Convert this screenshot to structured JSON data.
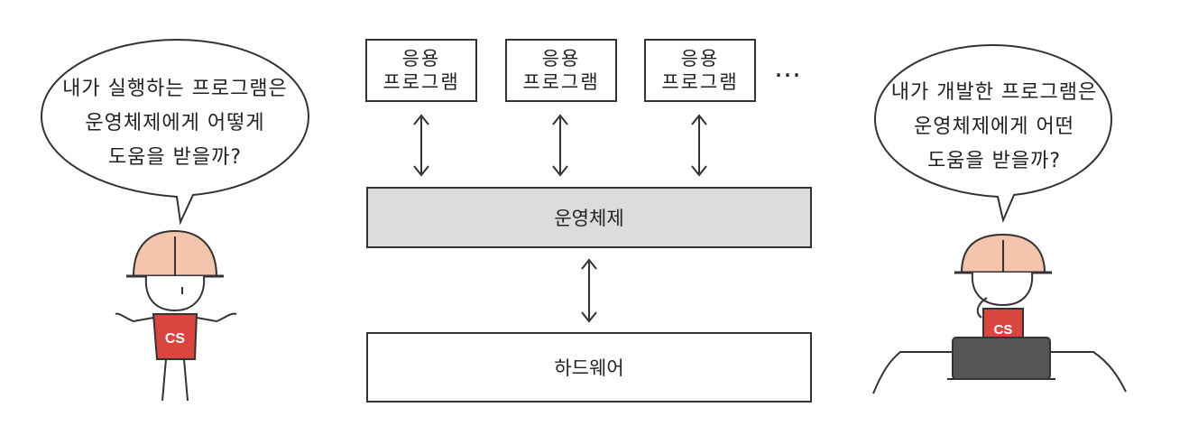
{
  "left_bubble": {
    "lines": [
      "내가 실행하는 프로그램은",
      "운영체제에게 어떻게",
      "도움을 받을까?"
    ]
  },
  "right_bubble": {
    "lines": [
      "내가 개발한 프로그램은",
      "운영체제에게 어떤",
      "도움을 받을까?"
    ]
  },
  "apps": [
    {
      "line1": "응용",
      "line2": "프로그램"
    },
    {
      "line1": "응용",
      "line2": "프로그램"
    },
    {
      "line1": "응용",
      "line2": "프로그램"
    }
  ],
  "more": "…",
  "os_label": "운영체제",
  "hw_label": "하드웨어",
  "character_shirt": "CS",
  "colors": {
    "helmet": "#f4c4ad",
    "shirt": "#d9463f",
    "os_fill": "#dcdcdc",
    "laptop": "#555555"
  },
  "icons": [
    "speech-bubble",
    "double-arrow",
    "worker-character",
    "laptop-icon"
  ]
}
